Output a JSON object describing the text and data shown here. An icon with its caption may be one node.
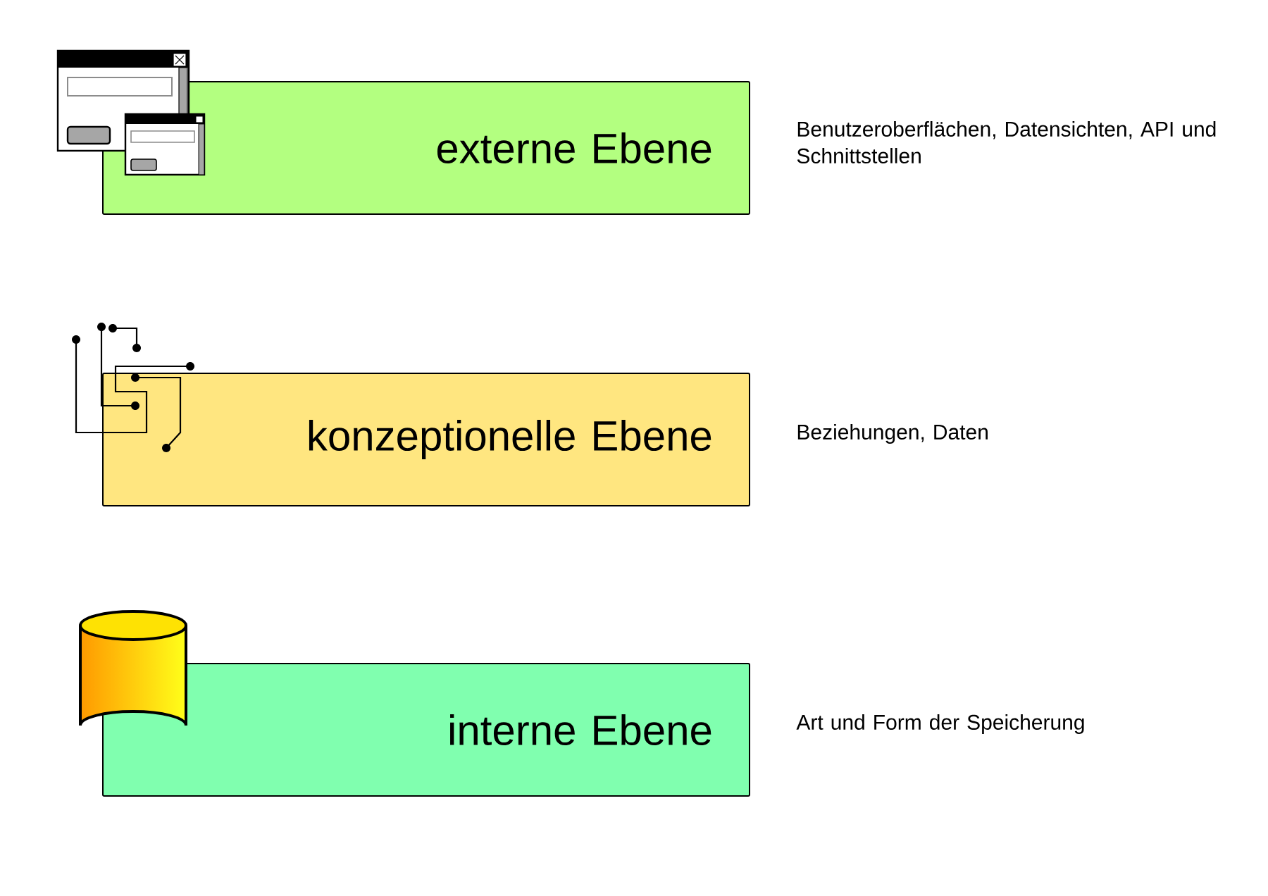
{
  "diagram": {
    "nodes": [
      {
        "text": [
          "externe Ebene"
        ],
        "beside": [
          "Benutzeroberflächen, Datensichten, API und Schnittstellen"
        ]
      },
      {
        "text": [
          "konzeptionelle Ebene"
        ],
        "beside": [
          "Beziehungen, Daten"
        ]
      },
      {
        "text": [
          "interne Ebene"
        ],
        "beside": [
          "Art und Form der Speicherung"
        ]
      }
    ]
  }
}
